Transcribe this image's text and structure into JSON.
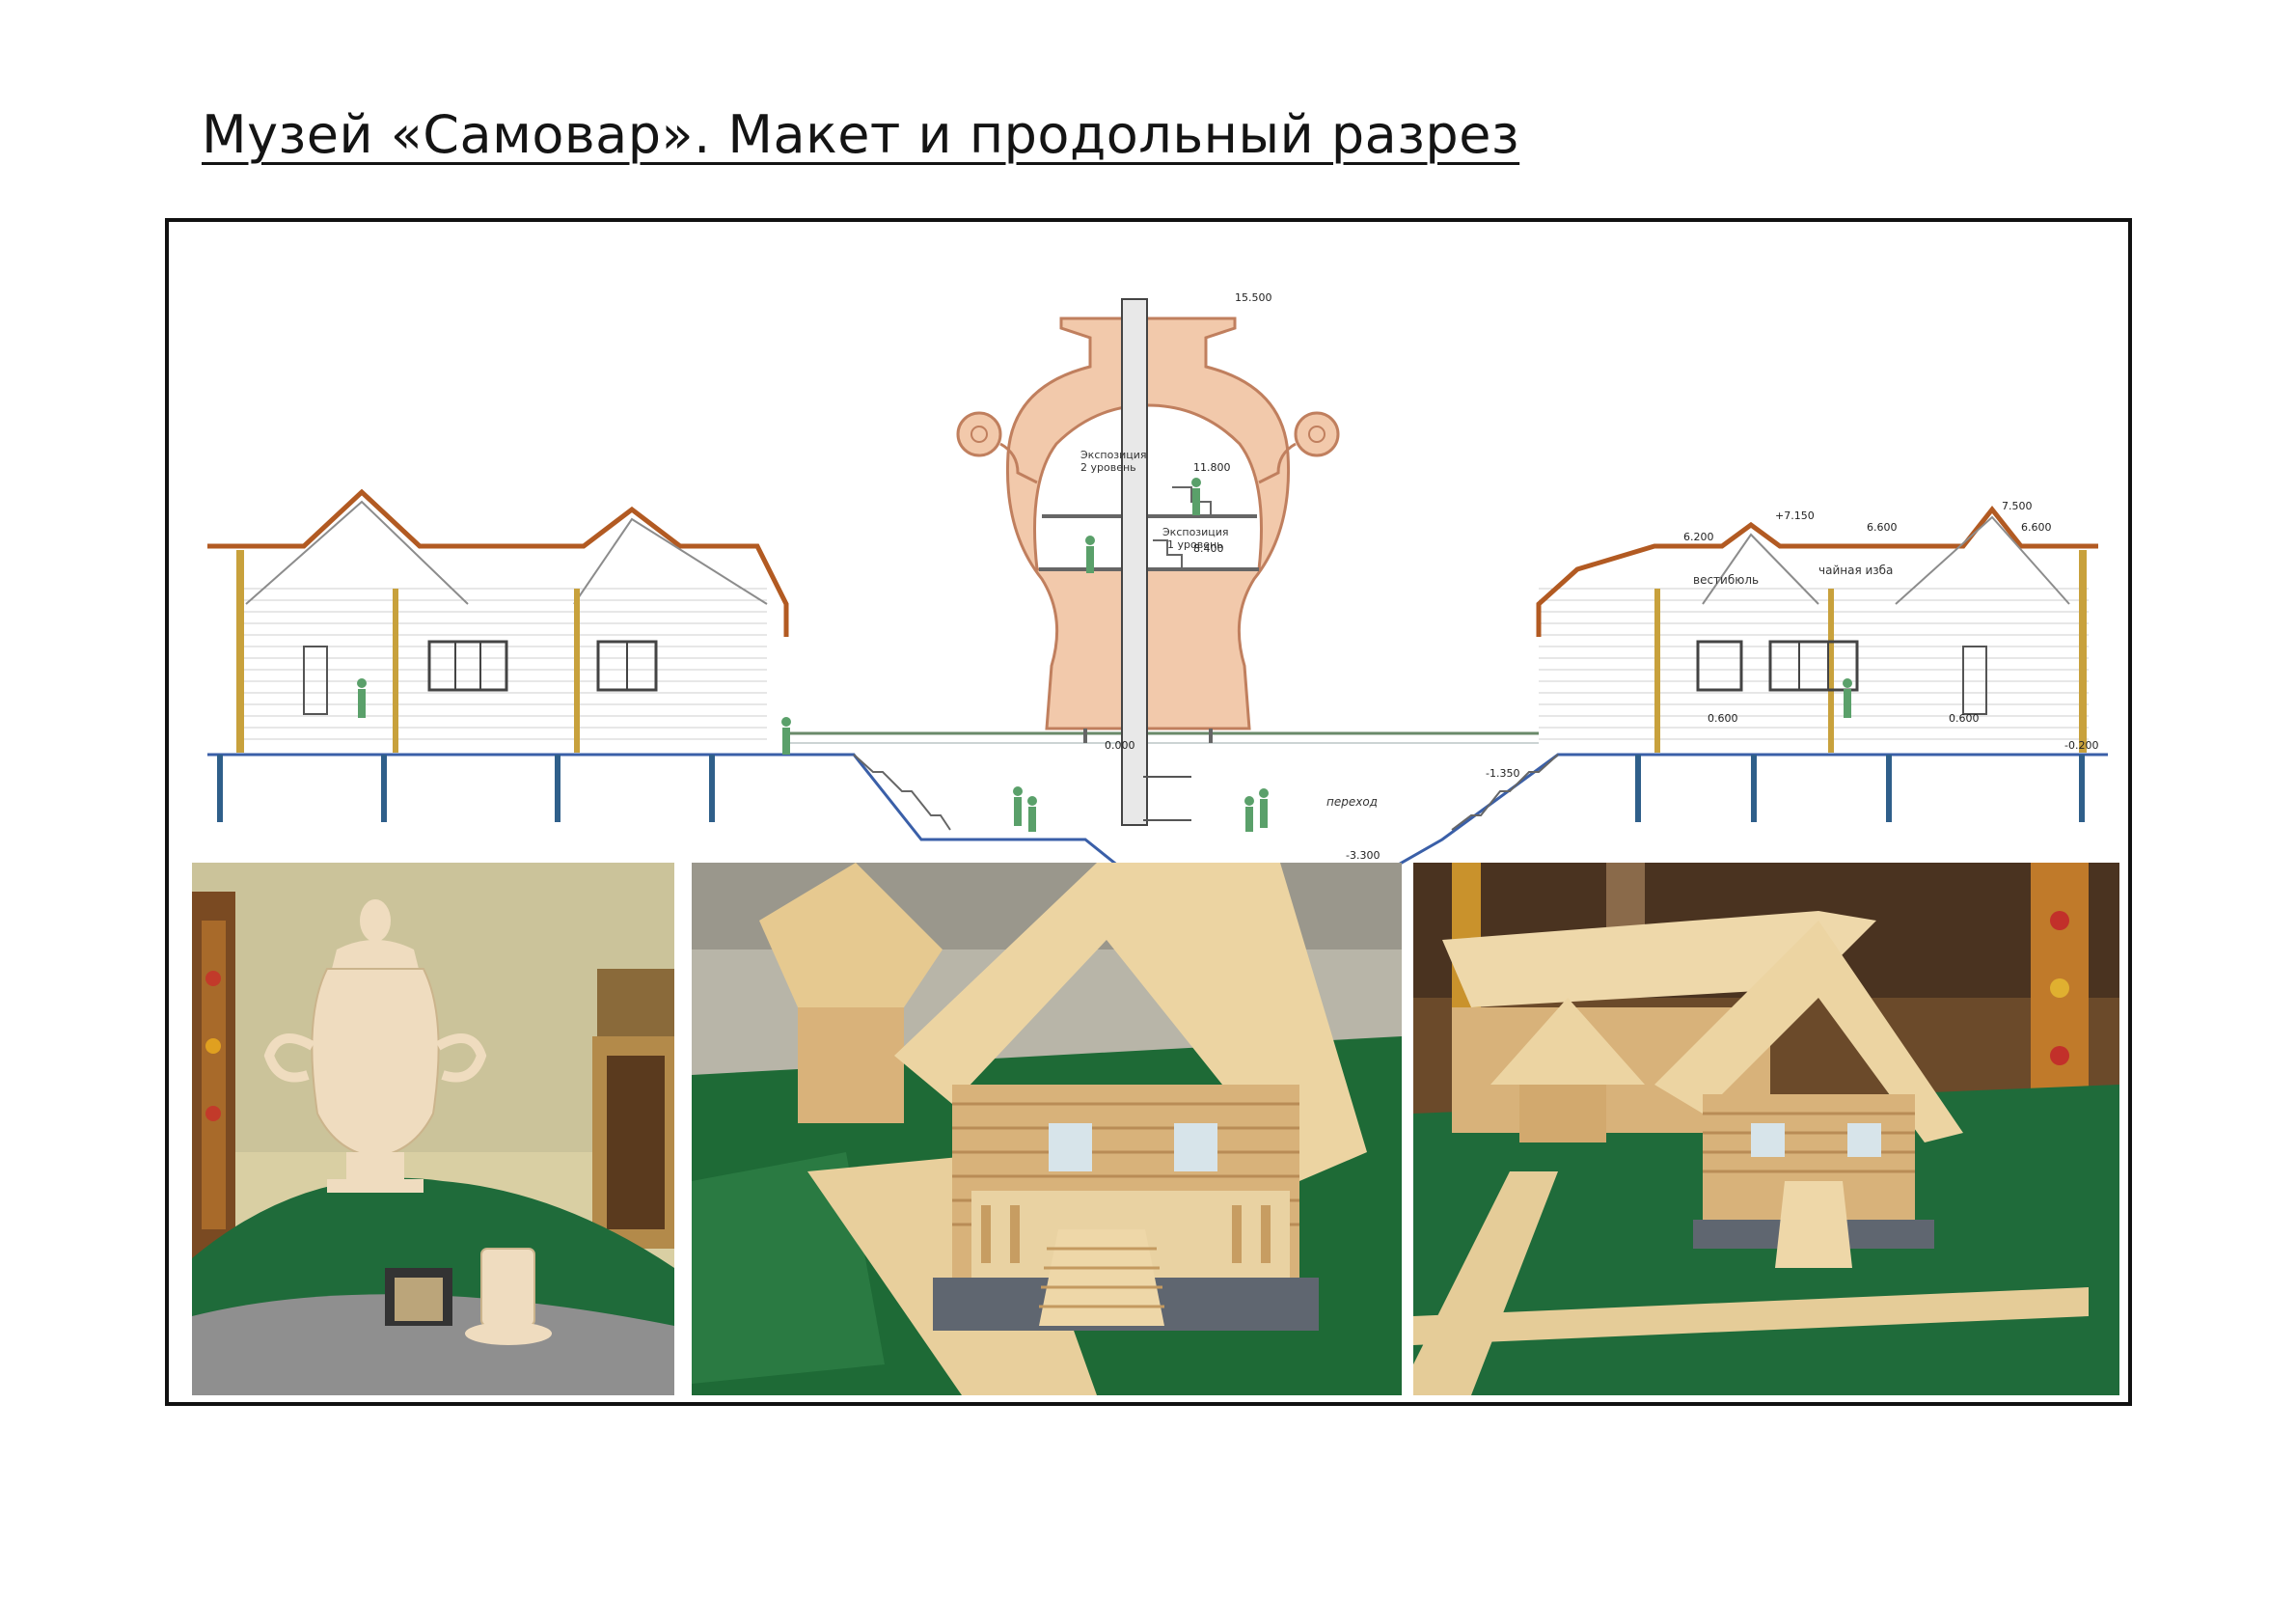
{
  "page": {
    "title": "Музей «Самовар». Макет и продольный разрез"
  },
  "section_drawing": {
    "room_labels": {
      "exposition_level_2": [
        "Экспозиция",
        "2 уровень"
      ],
      "exposition_level_1": [
        "Экспозиция",
        "1 уровень"
      ],
      "vestibule": "вестибюль",
      "tea_house": "чайная изба",
      "passage": "переход"
    },
    "elevation_marks": {
      "top": "15.500",
      "level_2": "11.800",
      "level_1": "8.400",
      "ridge_right": "7.500",
      "ridge_vestibule": "+7.150",
      "eave_left": "6.200",
      "eave_mid": "6.600",
      "eave_right": "6.600",
      "floor_right_1": "0.600",
      "floor_right_2": "0.600",
      "ground_right": "-0.200",
      "zero": "0.000",
      "stair_landing": "-1.350",
      "tunnel_floor": "-3.300"
    },
    "colors": {
      "roof": "#b25a22",
      "samovar_fill": "#f2c9ab",
      "samovar_stroke": "#c07f5e",
      "ground_line": "#3a5fa8",
      "foundation": "#2f5f8a",
      "figure": "#5aa06a",
      "wall_line": "#9a9a9a"
    }
  },
  "photos": [
    {
      "subject": "samovar-model"
    },
    {
      "subject": "log-house-model-front"
    },
    {
      "subject": "log-house-model-side"
    }
  ]
}
